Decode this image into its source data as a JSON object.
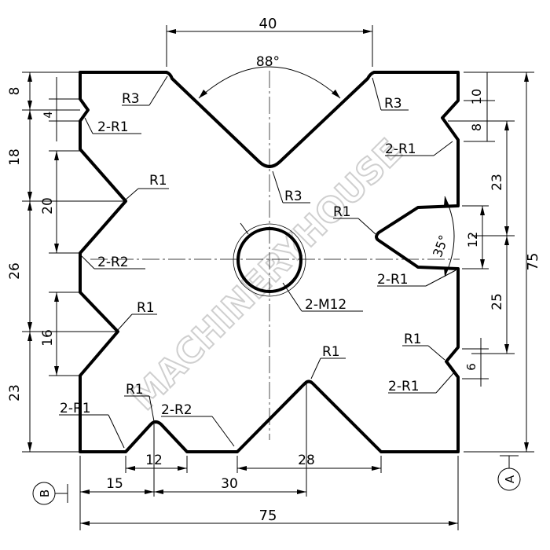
{
  "dimensions": {
    "top_width": "40",
    "v_angle_top": "88°",
    "r3_left": "R3",
    "r3_right": "R3",
    "r3_bottom": "R3",
    "left_8": "8",
    "left_4": "4",
    "left_2r1": "2-R1",
    "left_18": "18",
    "left_r1_upper": "R1",
    "left_20": "20",
    "left_26": "26",
    "left_2r2": "2-R2",
    "left_r1_lower": "R1",
    "left_16": "16",
    "left_23": "23",
    "bottom_2r1": "2-R1",
    "bottom_r1": "R1",
    "bottom_2r2": "2-R2",
    "bottom_12": "12",
    "bottom_15": "15",
    "bottom_30": "30",
    "bottom_28": "28",
    "bottom_75": "75",
    "bottom_r1_right": "R1",
    "right_10": "10",
    "right_8": "8",
    "right_2r1_upper": "2-R1",
    "right_23": "23",
    "right_r1": "R1",
    "right_12": "12",
    "right_35": "35°",
    "right_2r1_mid": "2-R1",
    "right_25": "25",
    "right_75": "75",
    "right_r1_lower": "R1",
    "right_6": "6",
    "right_2r1_lower": "2-R1",
    "hole": "2-M12"
  },
  "datums": {
    "a": "A",
    "b": "B"
  },
  "watermark": "MACHINERYHOUSE",
  "colors": {
    "line": "#000000",
    "watermark": "#cfcfcf"
  }
}
